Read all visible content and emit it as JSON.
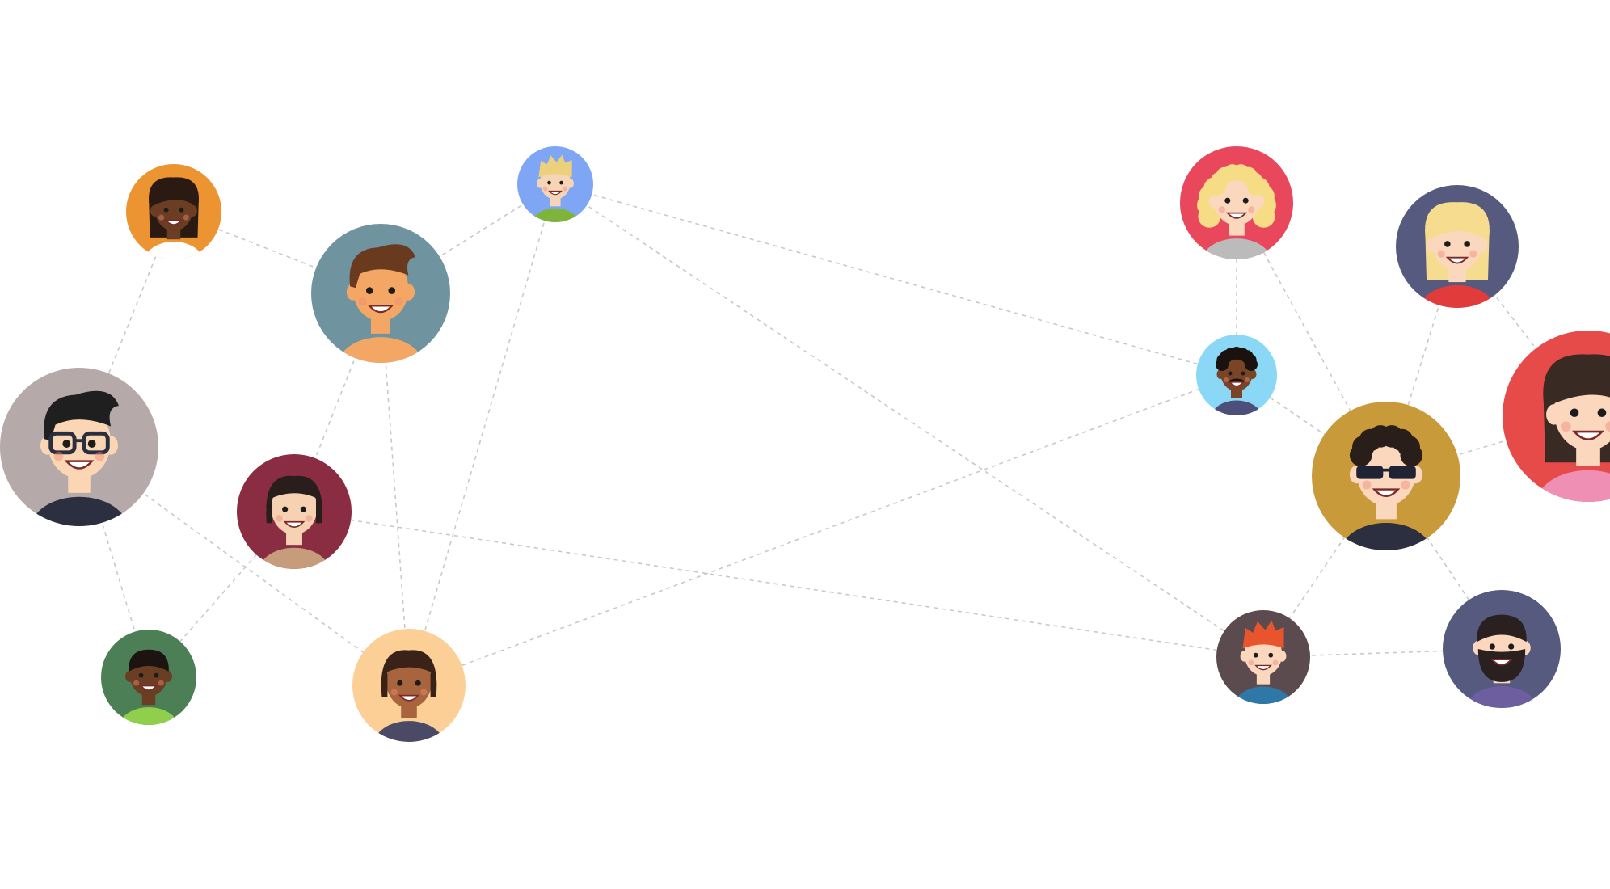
{
  "diagram": {
    "nodes": [
      {
        "id": "n1",
        "bg": "#ec9431",
        "skin": "#6b3d22",
        "hair": "#2b1a12",
        "shirt": "#ffffff",
        "hair_style": "long",
        "accessory": "none"
      },
      {
        "id": "n2",
        "bg": "#7fa6f5",
        "skin": "#f6d4b6",
        "hair": "#ecd07c",
        "shirt": "#7fb43a",
        "hair_style": "spiky",
        "accessory": "none"
      },
      {
        "id": "n3",
        "bg": "#6f939f",
        "skin": "#f4a764",
        "hair": "#6a3a1f",
        "shirt": "#f4a764",
        "hair_style": "quiff",
        "accessory": "none"
      },
      {
        "id": "n4",
        "bg": "#b6a9aa",
        "skin": "#fbd6b4",
        "hair": "#1f1f1f",
        "shirt": "#2b2f3f",
        "hair_style": "quiff",
        "accessory": "glasses"
      },
      {
        "id": "n5",
        "bg": "#8a2c42",
        "skin": "#f7d2b2",
        "hair": "#2a1e1c",
        "shirt": "#c79c7a",
        "hair_style": "bob",
        "accessory": "none"
      },
      {
        "id": "n6",
        "bg": "#4d7f56",
        "skin": "#6b3d22",
        "hair": "#1c1410",
        "shirt": "#8fcf4b",
        "hair_style": "short",
        "accessory": "none"
      },
      {
        "id": "n7",
        "bg": "#fbcf95",
        "skin": "#a8643d",
        "hair": "#3a2218",
        "shirt": "#4a4a66",
        "hair_style": "bob",
        "accessory": "none"
      },
      {
        "id": "n8",
        "bg": "#e8475c",
        "skin": "#fbd8bd",
        "hair": "#f7dc86",
        "shirt": "#bbbbbb",
        "hair_style": "curly",
        "accessory": "none"
      },
      {
        "id": "n9",
        "bg": "#555a7e",
        "skin": "#fbd8bd",
        "hair": "#f5dc8e",
        "shirt": "#e23b3b",
        "hair_style": "long",
        "accessory": "none"
      },
      {
        "id": "n10",
        "bg": "#8ad8f5",
        "skin": "#7a4527",
        "hair": "#1a120e",
        "shirt": "#4b4f7a",
        "hair_style": "afro",
        "accessory": "mustache"
      },
      {
        "id": "n11",
        "bg": "#e64b49",
        "skin": "#fbd8bd",
        "hair": "#3a2a24",
        "shirt": "#f08fb4",
        "hair_style": "long",
        "accessory": "none"
      },
      {
        "id": "n12",
        "bg": "#c99a3a",
        "skin": "#fbd8bd",
        "hair": "#2a1e1a",
        "shirt": "#2b2f3f",
        "hair_style": "curly",
        "accessory": "sunglasses"
      },
      {
        "id": "n13",
        "bg": "#5b4a4e",
        "skin": "#fbd8bd",
        "hair": "#e8552c",
        "shirt": "#2d78a6",
        "hair_style": "spiky",
        "accessory": "none"
      },
      {
        "id": "n14",
        "bg": "#555a7e",
        "skin": "#fbd8bd",
        "hair": "#2a2020",
        "shirt": "#6d5ea0",
        "hair_style": "short",
        "accessory": "beard"
      }
    ],
    "edges": [
      [
        "n1",
        "n3"
      ],
      [
        "n1",
        "n4"
      ],
      [
        "n3",
        "n2"
      ],
      [
        "n3",
        "n5"
      ],
      [
        "n3",
        "n7"
      ],
      [
        "n2",
        "n7"
      ],
      [
        "n2",
        "n10"
      ],
      [
        "n2",
        "n13"
      ],
      [
        "n4",
        "n6"
      ],
      [
        "n4",
        "n7"
      ],
      [
        "n5",
        "n6"
      ],
      [
        "n5",
        "n13"
      ],
      [
        "n7",
        "n10"
      ],
      [
        "n8",
        "n10"
      ],
      [
        "n8",
        "n12"
      ],
      [
        "n9",
        "n12"
      ],
      [
        "n9",
        "n11"
      ],
      [
        "n10",
        "n12"
      ],
      [
        "n11",
        "n12"
      ],
      [
        "n12",
        "n13"
      ],
      [
        "n12",
        "n14"
      ],
      [
        "n13",
        "n14"
      ]
    ]
  }
}
